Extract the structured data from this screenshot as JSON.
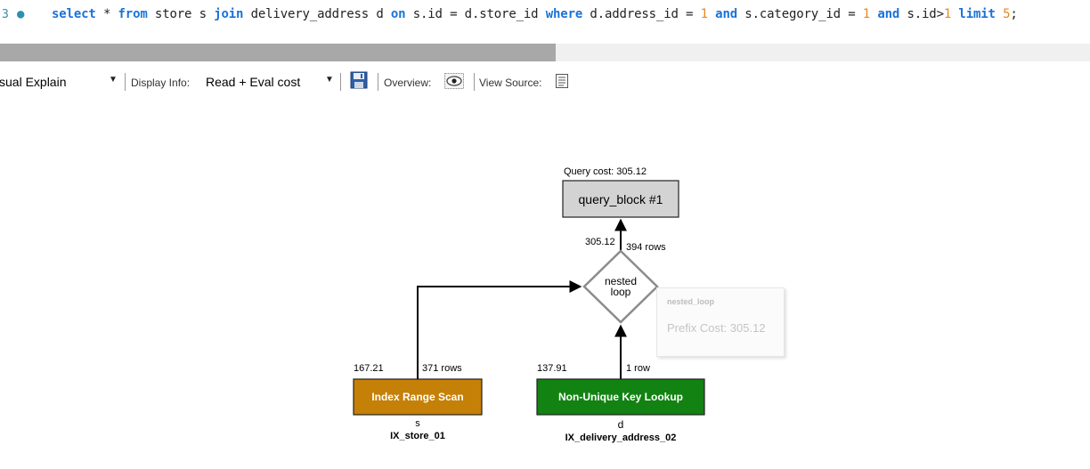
{
  "editor": {
    "line_number": "3",
    "marker": "●",
    "sql_tokens": [
      {
        "t": "select",
        "k": "kw"
      },
      {
        "t": " * ",
        "k": "plain"
      },
      {
        "t": "from",
        "k": "kw"
      },
      {
        "t": " store s ",
        "k": "plain"
      },
      {
        "t": "join",
        "k": "kw"
      },
      {
        "t": " delivery_address d ",
        "k": "plain"
      },
      {
        "t": "on",
        "k": "kw"
      },
      {
        "t": " s.id = d.store_id ",
        "k": "plain"
      },
      {
        "t": "where",
        "k": "kw"
      },
      {
        "t": " d.address_id = ",
        "k": "plain"
      },
      {
        "t": "1",
        "k": "num"
      },
      {
        "t": " ",
        "k": "plain"
      },
      {
        "t": "and",
        "k": "kw"
      },
      {
        "t": " s.category_id = ",
        "k": "plain"
      },
      {
        "t": "1",
        "k": "num"
      },
      {
        "t": " ",
        "k": "plain"
      },
      {
        "t": "and",
        "k": "kw"
      },
      {
        "t": " s.id>",
        "k": "plain"
      },
      {
        "t": "1",
        "k": "num"
      },
      {
        "t": " ",
        "k": "plain"
      },
      {
        "t": "limit",
        "k": "kw"
      },
      {
        "t": " ",
        "k": "plain"
      },
      {
        "t": "5",
        "k": "num"
      },
      {
        "t": ";",
        "k": "plain"
      }
    ]
  },
  "toolbar": {
    "view_mode": "sual Explain",
    "display_info_label": "Display Info:",
    "display_info_value": "Read + Eval cost",
    "overview_label": "Overview:",
    "view_source_label": "View Source:"
  },
  "colors": {
    "index_range_scan": "#c58007",
    "non_unique_lookup": "#128212",
    "query_block": "#d3d3d3",
    "diamond_stroke": "#8c8c8c"
  },
  "plan": {
    "query_cost_label": "Query cost: 305.12",
    "query_block_label": "query_block #1",
    "join_cost": "305.12",
    "join_rows": "394 rows",
    "nested_loop_line1": "nested",
    "nested_loop_line2": "loop",
    "tooltip_title": "nested_loop",
    "tooltip_body": "Prefix Cost: 305.12",
    "scan_cost": "167.21",
    "scan_rows": "371 rows",
    "scan_label": "Index Range Scan",
    "scan_table": "s",
    "scan_index": "IX_store_01",
    "lookup_cost": "137.91",
    "lookup_rows": "1 row",
    "lookup_label": "Non-Unique Key Lookup",
    "lookup_table": "d",
    "lookup_index": "IX_delivery_address_02"
  }
}
